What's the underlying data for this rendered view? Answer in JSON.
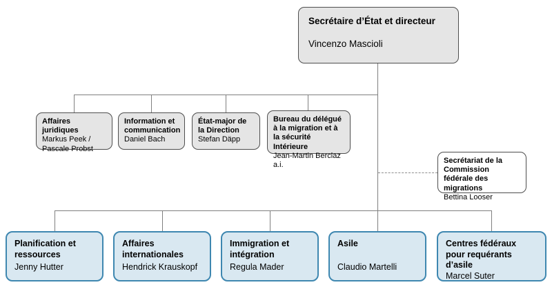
{
  "colors": {
    "background": "#ffffff",
    "box_grey_fill": "#e5e5e5",
    "box_grey_border": "#4d4d4d",
    "box_blue_fill": "#d9e8f1",
    "box_blue_border": "#3e87b0",
    "box_white_fill": "#ffffff",
    "connector_grey": "#7f7f7f",
    "text": "#000000"
  },
  "root": {
    "title": "Secrétaire d’État et directeur",
    "name": "Vincenzo Mascioli"
  },
  "staff_units": [
    {
      "title": "Affaires juridiques",
      "name": "Markus Peek / Pascale Probst"
    },
    {
      "title": "Information et communication",
      "name": "Daniel Bach"
    },
    {
      "title": "État-major de la Direction",
      "name": "Stefan Däpp"
    },
    {
      "title": "Bureau du délégué à la migration et à la sécurité Intérieure",
      "name": "Jean-Martin Berclaz a.i."
    }
  ],
  "commission": {
    "title": "Secrétariat de la Commission fédérale des migrations",
    "name": "Bettina Looser"
  },
  "divisions": [
    {
      "title": "Planification et ressources",
      "name": "Jenny Hutter"
    },
    {
      "title": "Affaires internationales",
      "name": "Hendrick Krauskopf"
    },
    {
      "title": "Immigration et intégration",
      "name": "Regula Mader"
    },
    {
      "title": "Asile",
      "name": "Claudio Martelli"
    },
    {
      "title": "Centres fédéraux pour requérants d’asile",
      "name": "Marcel Suter"
    }
  ]
}
